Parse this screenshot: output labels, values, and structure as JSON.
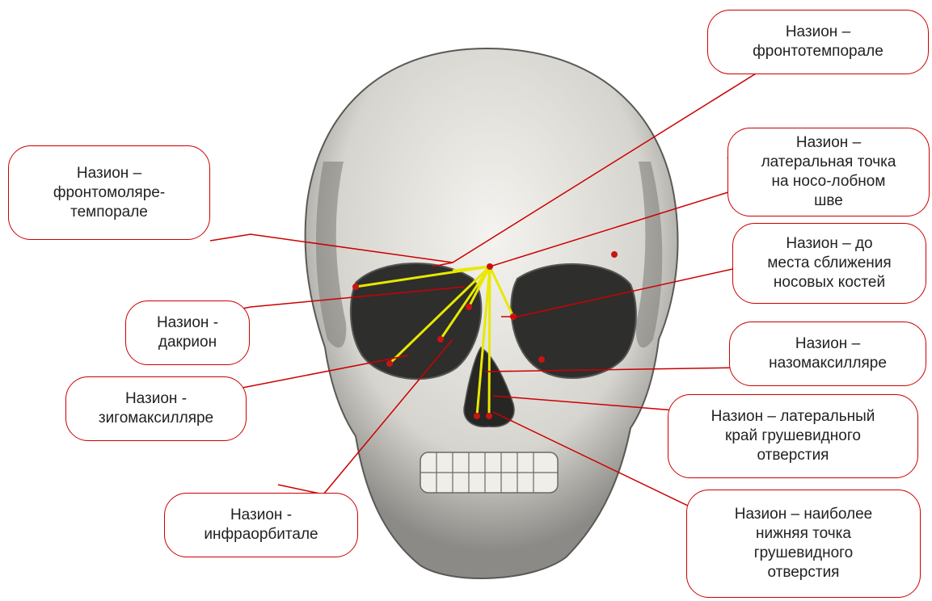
{
  "colors": {
    "callout_border": "#cc0000",
    "leader_line": "#cc0000",
    "measure_line": "#e8e800",
    "landmark_point": "#c81414",
    "bone": "#e4e2dc",
    "shadow": "#2e2e2c"
  },
  "labels": {
    "frontotemporale": "Назион –\nфронтотемпорале",
    "frontomolare": "Назион –\nфронтомоляре-\nтемпорале",
    "lateral_nasofrontal": "Назион –\nлатеральная точка\nна носо-лобном\nшве",
    "nasal_bones": "Назион – до\nместа сближения\nносовых костей",
    "dacryon": "Назион -\nдакрион",
    "nasomaxillare": "Назион –\nназомаксилляре",
    "zygomaxillare": "Назион -\nзигомаксилляре",
    "piriform_lateral": "Назион – латеральный\nкрай грушевидного\nотверстия",
    "infraorbitale": "Назион -\nинфраорбитале",
    "piriform_lowest": "Назион – наиболее\nнижняя точка\nгрушевидного\nотверстия"
  }
}
